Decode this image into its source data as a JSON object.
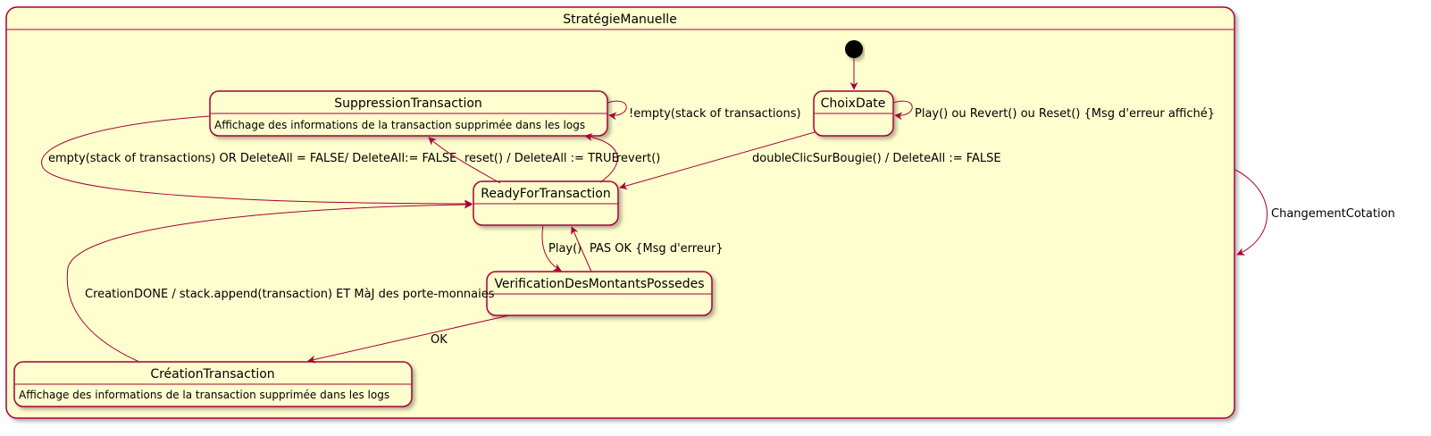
{
  "diagram": {
    "composite": {
      "name": "StratégieManuelle"
    },
    "states": {
      "choix_date": {
        "name": "ChoixDate"
      },
      "suppression": {
        "name": "SuppressionTransaction",
        "description": "Affichage des informations de la transaction supprimée dans les logs"
      },
      "ready": {
        "name": "ReadyForTransaction"
      },
      "verification": {
        "name": "VerificationDesMontantsPossedes"
      },
      "creation": {
        "name": "CréationTransaction",
        "description": "Affichage des informations de la transaction supprimée dans les logs"
      }
    },
    "transitions": {
      "choix_self": "Play() ou Revert() ou Reset() {Msg d'erreur affiché}",
      "choix_to_ready": "doubleClicSurBougie() / DeleteAll := FALSE",
      "supp_self": "!empty(stack of transactions)",
      "supp_to_ready": "empty(stack of transactions) OR DeleteAll = FALSE/ DeleteAll:= FALSE",
      "ready_reset": "reset() / DeleteAll := TRUE",
      "ready_revert": "revert()",
      "ready_play": "Play()",
      "verif_not_ok": "PAS OK {Msg d'erreur}",
      "verif_ok": "OK",
      "creation_done": "CreationDONE / stack.append(transaction) ET MàJ des porte-monnaies",
      "changement": "ChangementCotation"
    },
    "colors": {
      "state_fill": "#fefece",
      "state_border": "#a80036",
      "initial": "#000000"
    }
  }
}
